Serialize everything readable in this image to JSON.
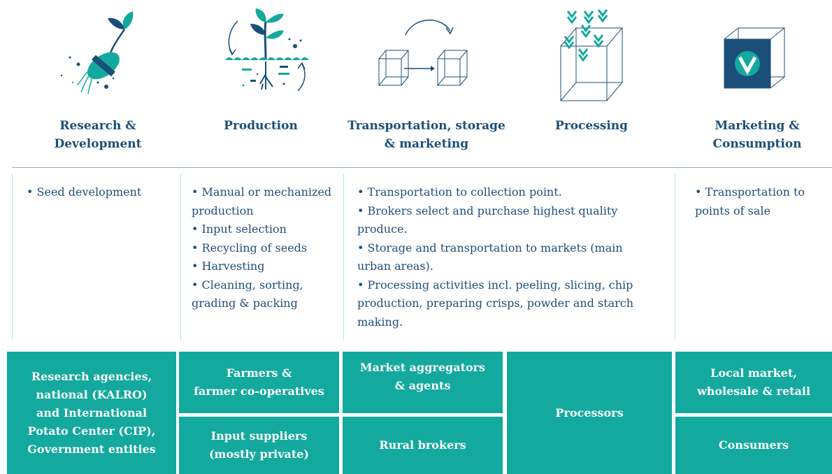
{
  "stages": [
    {
      "title_line1": "Research &",
      "title_line2": "Development",
      "icon": "seedling-icon"
    },
    {
      "title_line1": "Production",
      "title_line2": "",
      "icon": "plant-roots-icon"
    },
    {
      "title_line1": "Transportation, storage",
      "title_line2": "& marketing",
      "icon": "transport-cubes-icon"
    },
    {
      "title_line1": "Processing",
      "title_line2": "",
      "icon": "plant-box-icon"
    },
    {
      "title_line1": "Marketing &",
      "title_line2": "Consumption",
      "icon": "branded-cube-icon"
    }
  ],
  "descriptions": {
    "rd": [
      "• Seed development"
    ],
    "production": [
      "• Manual or mechanized",
      "production",
      "• Input selection",
      "• Recycling of seeds",
      "• Harvesting",
      "• Cleaning, sorting,",
      "grading & packing"
    ],
    "transport": [
      "• Transportation to collection point.",
      "• Brokers select and purchase highest quality",
      "produce.",
      "• Storage and transportation to markets (main",
      "urban areas).",
      "• Processing activities incl. peeling, slicing, chip",
      "production, preparing crisps, powder and starch",
      "making."
    ],
    "marketing": [
      "• Transportation to",
      "points of sale"
    ]
  },
  "actors": {
    "research": [
      "Research agencies,",
      "national (KALRO)",
      "and International",
      "Potato Center (CIP),",
      "Government entities"
    ],
    "farmers": [
      "Farmers &",
      "farmer co-operatives"
    ],
    "input_suppliers": [
      "Input suppliers",
      "(mostly private)"
    ],
    "aggregators": [
      "Market aggregators",
      "& agents"
    ],
    "rural_brokers": [
      "Rural brokers"
    ],
    "processors": [
      "Processors"
    ],
    "local_market": [
      "Local market,",
      "wholesale & retail"
    ],
    "consumers": [
      "Consumers"
    ]
  },
  "colors": {
    "teal": "#14a99e",
    "navy": "#1a4f7a",
    "divider": "#b9e2de",
    "rule": "#8fa9bf"
  }
}
